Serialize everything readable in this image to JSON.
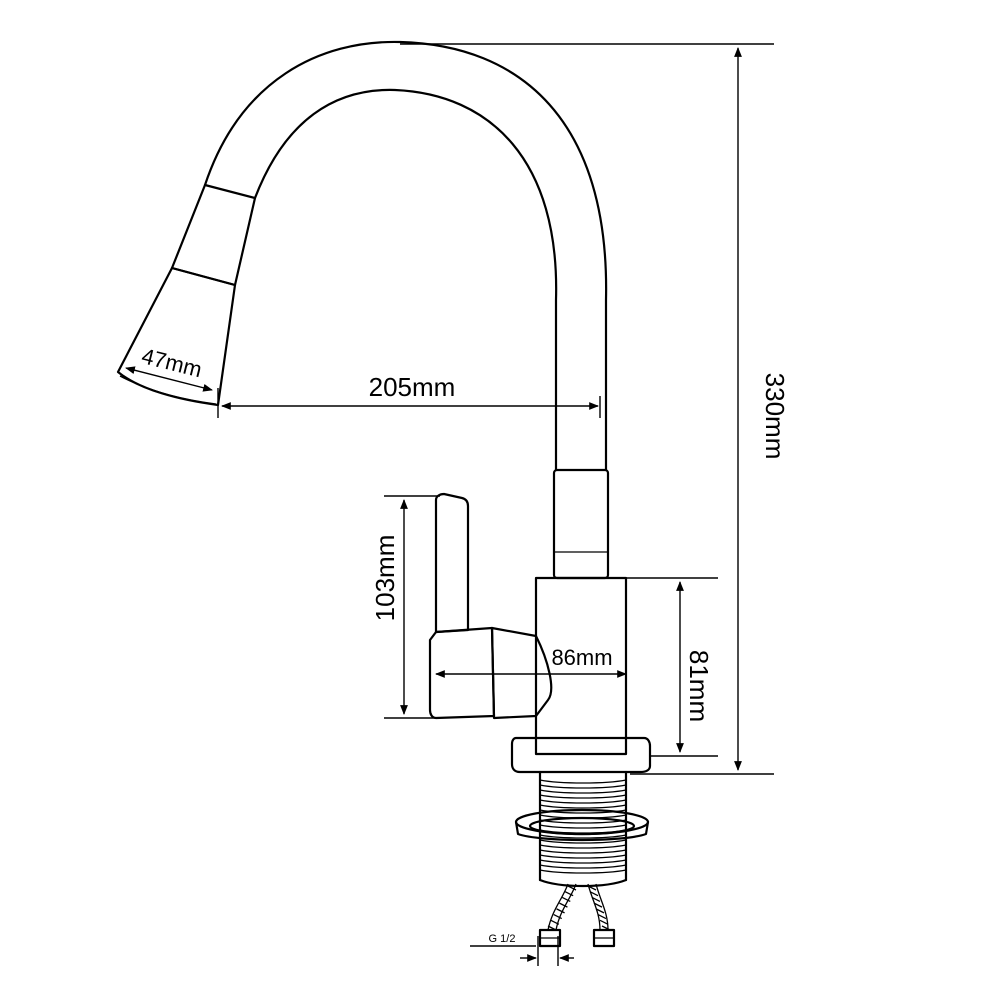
{
  "dimensions": {
    "nozzle_width": "47mm",
    "reach": "205mm",
    "total_height": "330mm",
    "handle_height": "103mm",
    "handle_length": "86mm",
    "body_height": "81mm",
    "thread": "G 1/2"
  },
  "colors": {
    "line": "#000000",
    "background": "#ffffff"
  }
}
